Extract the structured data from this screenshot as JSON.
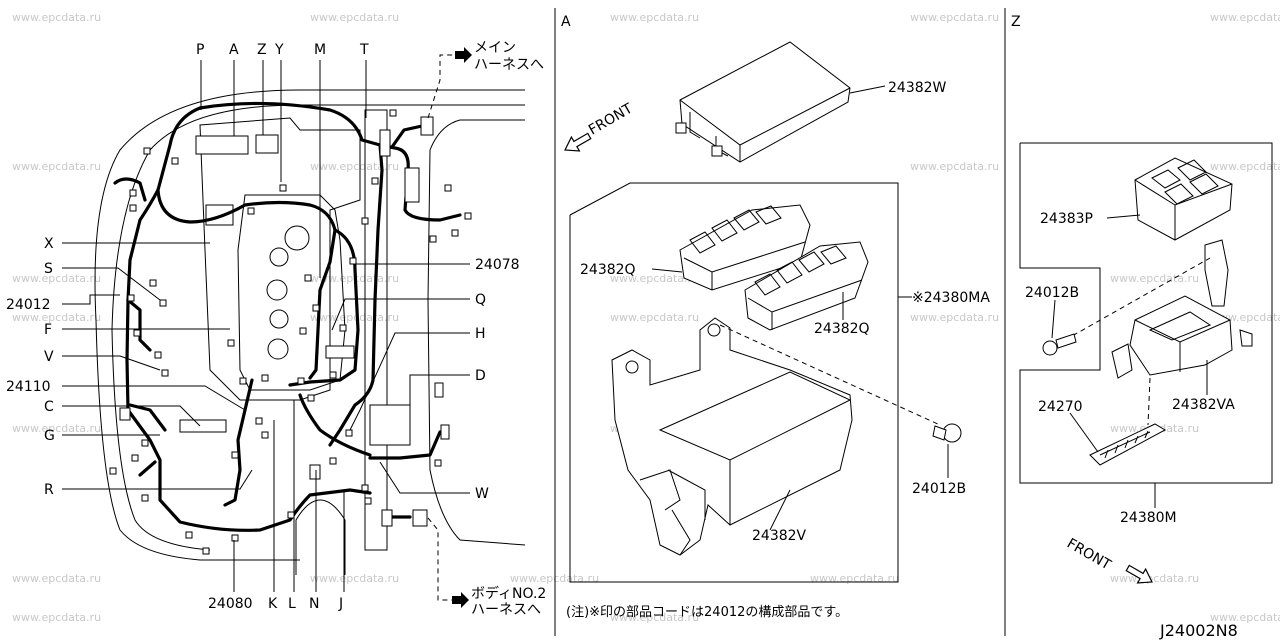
{
  "watermark": "www.epcdata.ru",
  "sections": {
    "a": "A",
    "z": "Z"
  },
  "main": {
    "top_labels": [
      "P",
      "A",
      "Z",
      "Y",
      "M",
      "T"
    ],
    "left_labels": [
      "X",
      "S",
      "24012",
      "F",
      "V",
      "24110",
      "C",
      "G",
      "R"
    ],
    "right_labels": [
      "24078",
      "Q",
      "H",
      "D",
      "W"
    ],
    "bottom_labels": [
      "24080",
      "K",
      "L",
      "N",
      "J"
    ],
    "main_harness_note": [
      "メイン",
      "ハーネスへ"
    ],
    "body_harness_note": [
      "ボディNO.2",
      "ハーネスへ"
    ]
  },
  "section_a": {
    "front_label": "FRONT",
    "parts": {
      "cover": "24382W",
      "block_q_left": "24382Q",
      "block_q_right": "24382Q",
      "assembly": "※24380MA",
      "bolt": "24012B",
      "base": "24382V"
    },
    "footnote": "(注)※印の部品コードは24012の構成部品です。"
  },
  "section_z": {
    "parts": {
      "relay_block": "24383P",
      "bolt": "24012B",
      "holder": "24382VA",
      "clip": "24270",
      "assembly": "24380M"
    },
    "front_label": "FRONT"
  },
  "diagram_code": "J24002N8"
}
